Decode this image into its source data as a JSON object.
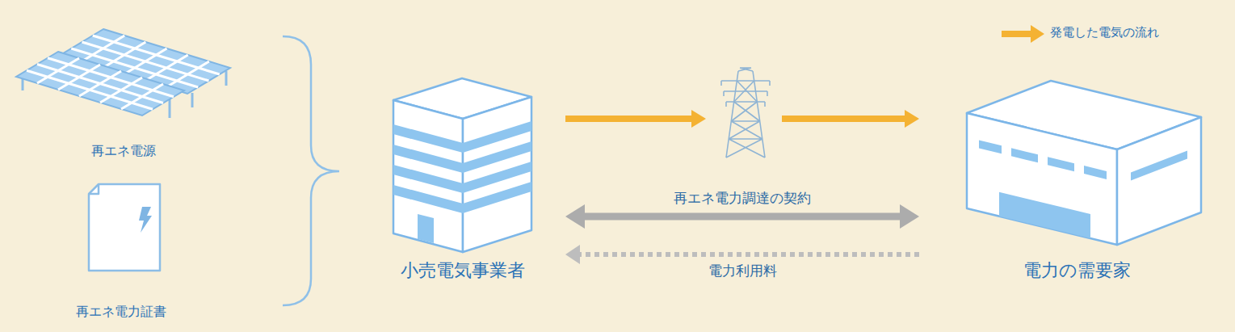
{
  "diagram": {
    "nodes": [
      {
        "text": [
          "再エネ電源"
        ]
      },
      {
        "text": [
          "再エネ電力証書"
        ]
      },
      {
        "text": [
          "小売電気事業者"
        ]
      },
      {
        "text": [
          "電力の需要家"
        ]
      }
    ],
    "edges": [
      {
        "from": 2,
        "to": 3,
        "arrow": "to"
      },
      {
        "from": 2,
        "to": 3,
        "label": "再エネ電力調達の契約",
        "arrow": "both"
      },
      {
        "from": 3,
        "to": 2,
        "label": "電力利用料",
        "arrow": "to"
      }
    ],
    "legend": [
      {
        "text": "発電した電気の流れ"
      }
    ]
  }
}
